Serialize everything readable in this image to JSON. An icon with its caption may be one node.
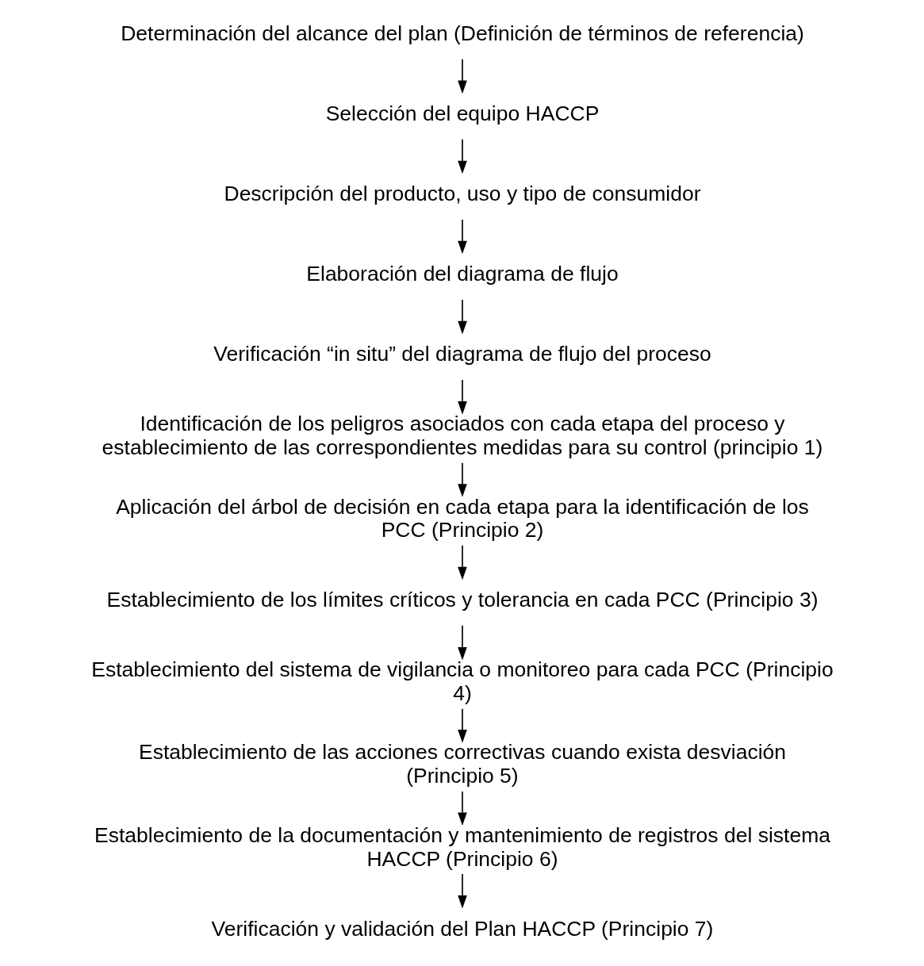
{
  "diagram": {
    "nodes": [
      {
        "text": [
          "Determinación del alcance del plan (Definición de términos de referencia)"
        ]
      },
      {
        "text": [
          "Selección del equipo HACCP"
        ]
      },
      {
        "text": [
          "Descripción del producto, uso y tipo de consumidor"
        ]
      },
      {
        "text": [
          "Elaboración del diagrama de flujo"
        ]
      },
      {
        "text": [
          "Verificación “in situ” del diagrama de flujo del proceso"
        ]
      },
      {
        "text": [
          "Identificación de los peligros asociados con cada etapa del proceso y establecimiento de las correspondientes medidas para su control (principio 1)"
        ]
      },
      {
        "text": [
          "Aplicación del árbol de decisión en cada etapa para la identificación de los PCC (Principio 2)"
        ]
      },
      {
        "text": [
          "Establecimiento de los límites críticos y tolerancia en cada PCC (Principio 3)"
        ]
      },
      {
        "text": [
          "Establecimiento del sistema de vigilancia o monitoreo para cada PCC (Principio 4)"
        ]
      },
      {
        "text": [
          "Establecimiento de las acciones correctivas cuando exista desviación (Principio 5)"
        ]
      },
      {
        "text": [
          "Establecimiento de la documentación y mantenimiento de registros del sistema HACCP (Principio 6)"
        ]
      },
      {
        "text": [
          "Verificación y validación del Plan HACCP (Principio 7)"
        ]
      }
    ],
    "edges": [
      {
        "from": 0,
        "to": 1,
        "arrow": "to"
      },
      {
        "from": 1,
        "to": 2,
        "arrow": "to"
      },
      {
        "from": 2,
        "to": 3,
        "arrow": "to"
      },
      {
        "from": 3,
        "to": 4,
        "arrow": "to"
      },
      {
        "from": 4,
        "to": 5,
        "arrow": "to"
      },
      {
        "from": 5,
        "to": 6,
        "arrow": "to"
      },
      {
        "from": 6,
        "to": 7,
        "arrow": "to"
      },
      {
        "from": 7,
        "to": 8,
        "arrow": "to"
      },
      {
        "from": 8,
        "to": 9,
        "arrow": "to"
      },
      {
        "from": 9,
        "to": 10,
        "arrow": "to"
      },
      {
        "from": 10,
        "to": 11,
        "arrow": "to"
      }
    ]
  }
}
